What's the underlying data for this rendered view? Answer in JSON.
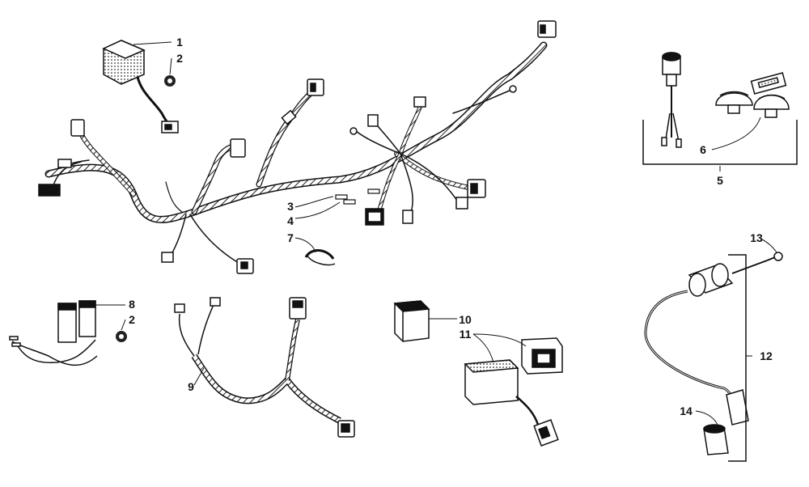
{
  "diagram": {
    "type": "exploded-parts-diagram",
    "callouts": [
      {
        "id": "c1",
        "label": "1"
      },
      {
        "id": "c2a",
        "label": "2"
      },
      {
        "id": "c3",
        "label": "3"
      },
      {
        "id": "c4",
        "label": "4"
      },
      {
        "id": "c5",
        "label": "5"
      },
      {
        "id": "c6",
        "label": "6"
      },
      {
        "id": "c7",
        "label": "7"
      },
      {
        "id": "c8",
        "label": "8"
      },
      {
        "id": "c2b",
        "label": "2"
      },
      {
        "id": "c9",
        "label": "9"
      },
      {
        "id": "c10",
        "label": "10"
      },
      {
        "id": "c11",
        "label": "11"
      },
      {
        "id": "c12",
        "label": "12"
      },
      {
        "id": "c13",
        "label": "13"
      },
      {
        "id": "c14",
        "label": "14"
      }
    ]
  }
}
